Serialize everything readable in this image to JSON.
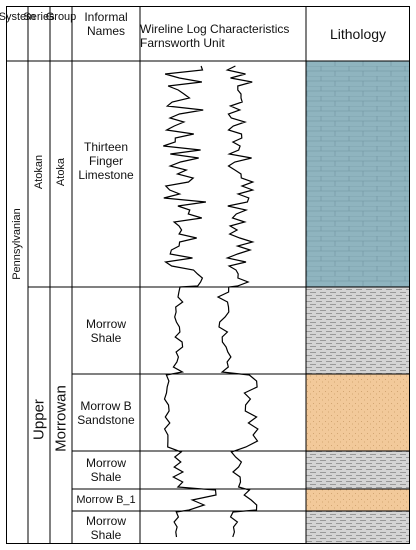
{
  "headers": {
    "system": "System",
    "series": "Series",
    "group": "Group",
    "informal_names": "Informal Names",
    "wireline_line1": "Wireline Log Characteristics",
    "wireline_line2": "Farnsworth Unit",
    "lithology": "Lithology"
  },
  "system": {
    "label": "Pennsylvanian"
  },
  "series": {
    "atokan": "Atokan",
    "upper": "Upper"
  },
  "groups": {
    "atoka": "Atoka",
    "morrowan": "Morrowan"
  },
  "units": [
    {
      "name": "Thirteen Finger Limestone",
      "lithology": "limestone"
    },
    {
      "name": "Morrow Shale",
      "lithology": "shale"
    },
    {
      "name": "Morrow B Sandstone",
      "lithology": "sandstone"
    },
    {
      "name": "Morrow Shale",
      "lithology": "shale"
    },
    {
      "name": "Morrow B_1",
      "lithology": "sandstone"
    },
    {
      "name": "Morrow Shale",
      "lithology": "shale"
    }
  ],
  "colors": {
    "limestone_fill": "#8fb4bf",
    "shale_fill": "#d4d4d4",
    "sandstone_fill": "#f2c99a",
    "line": "#000000"
  }
}
